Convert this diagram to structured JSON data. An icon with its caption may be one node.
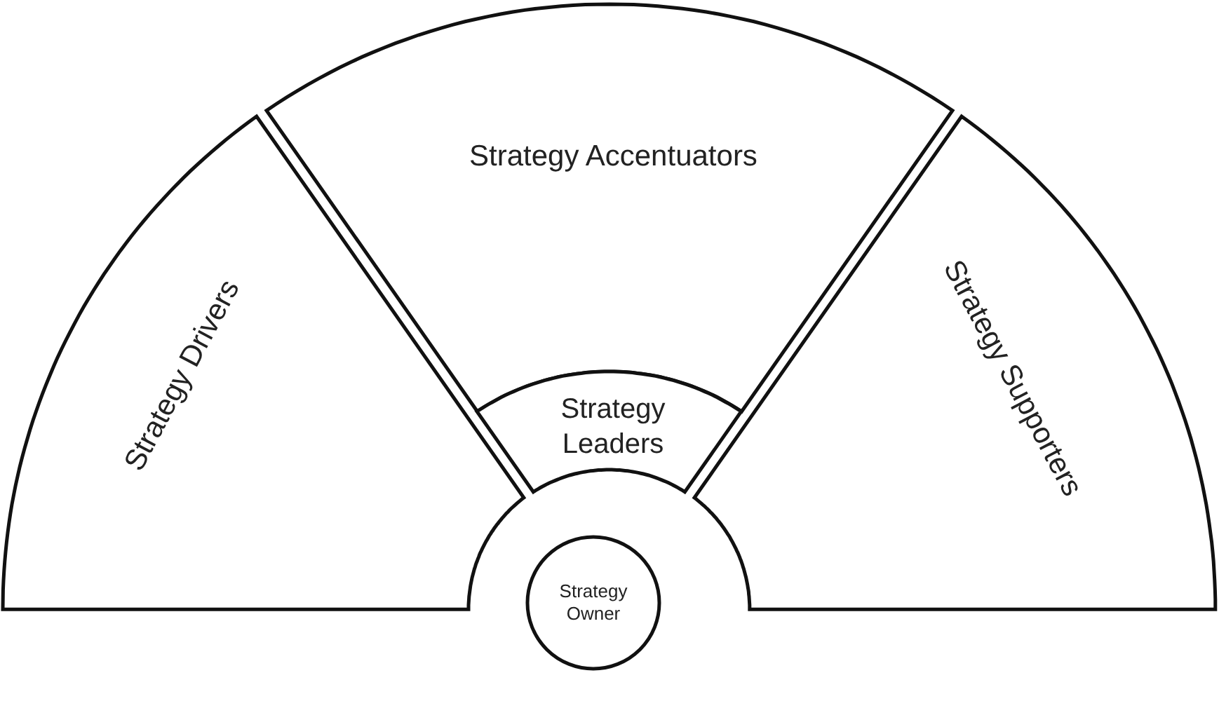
{
  "diagram": {
    "nodes": [
      {
        "text": [
          "Strategy Drivers"
        ]
      },
      {
        "text": [
          "Strategy Accentuators"
        ]
      },
      {
        "text": [
          "Strategy Supporters"
        ]
      },
      {
        "text": [
          "Strategy Leaders"
        ]
      },
      {
        "text": [
          "Strategy Owner"
        ]
      }
    ]
  }
}
